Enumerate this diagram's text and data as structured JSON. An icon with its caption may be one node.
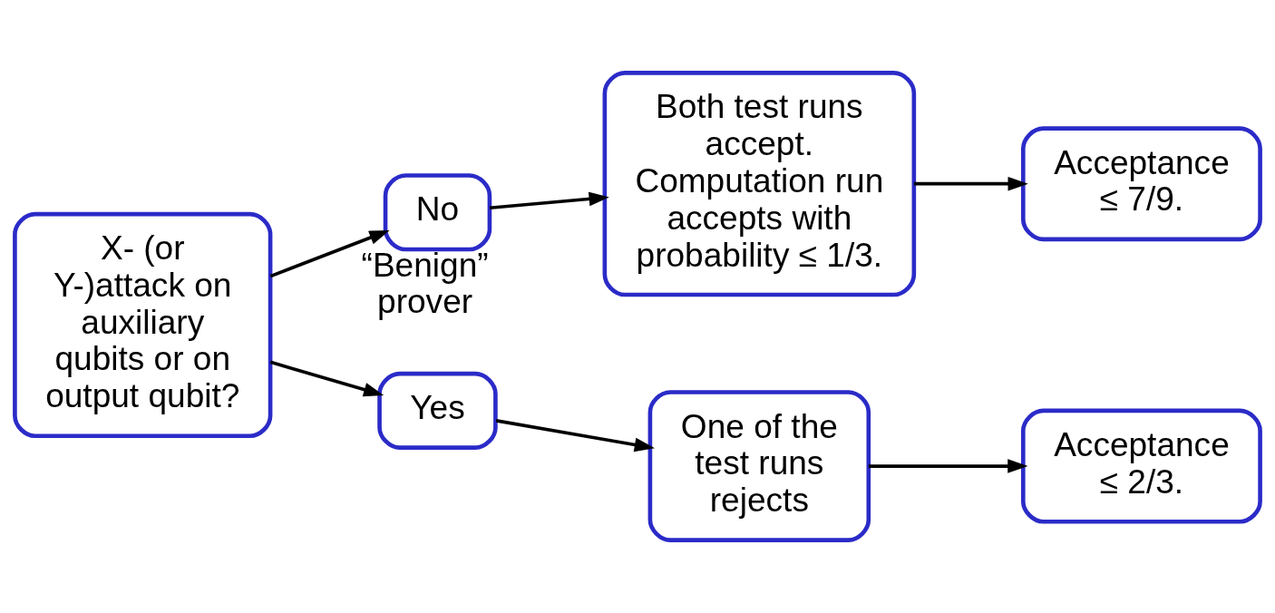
{
  "diagram": {
    "nodes": [
      {
        "text": [
          "X- (or Y-)attack on auxiliary qubits or on output qubit?"
        ]
      },
      {
        "text": [
          "No"
        ],
        "beside": [
          "“Benign” prover"
        ]
      },
      {
        "text": [
          "Both test runs accept. Computation run accepts with probability ≤ 1/3."
        ]
      },
      {
        "text": [
          "Acceptance ≤ 7/9."
        ]
      },
      {
        "text": [
          "Yes"
        ]
      },
      {
        "text": [
          "One of the test runs rejects"
        ]
      },
      {
        "text": [
          "Acceptance ≤ 2/3."
        ]
      }
    ],
    "edges": [
      {
        "from": 0,
        "to": 1,
        "arrow": "to"
      },
      {
        "from": 0,
        "to": 4,
        "arrow": "to"
      },
      {
        "from": 1,
        "to": 2,
        "arrow": "to"
      },
      {
        "from": 2,
        "to": 3,
        "arrow": "to"
      },
      {
        "from": 4,
        "to": 5,
        "arrow": "to"
      },
      {
        "from": 5,
        "to": 6,
        "arrow": "to"
      }
    ]
  }
}
